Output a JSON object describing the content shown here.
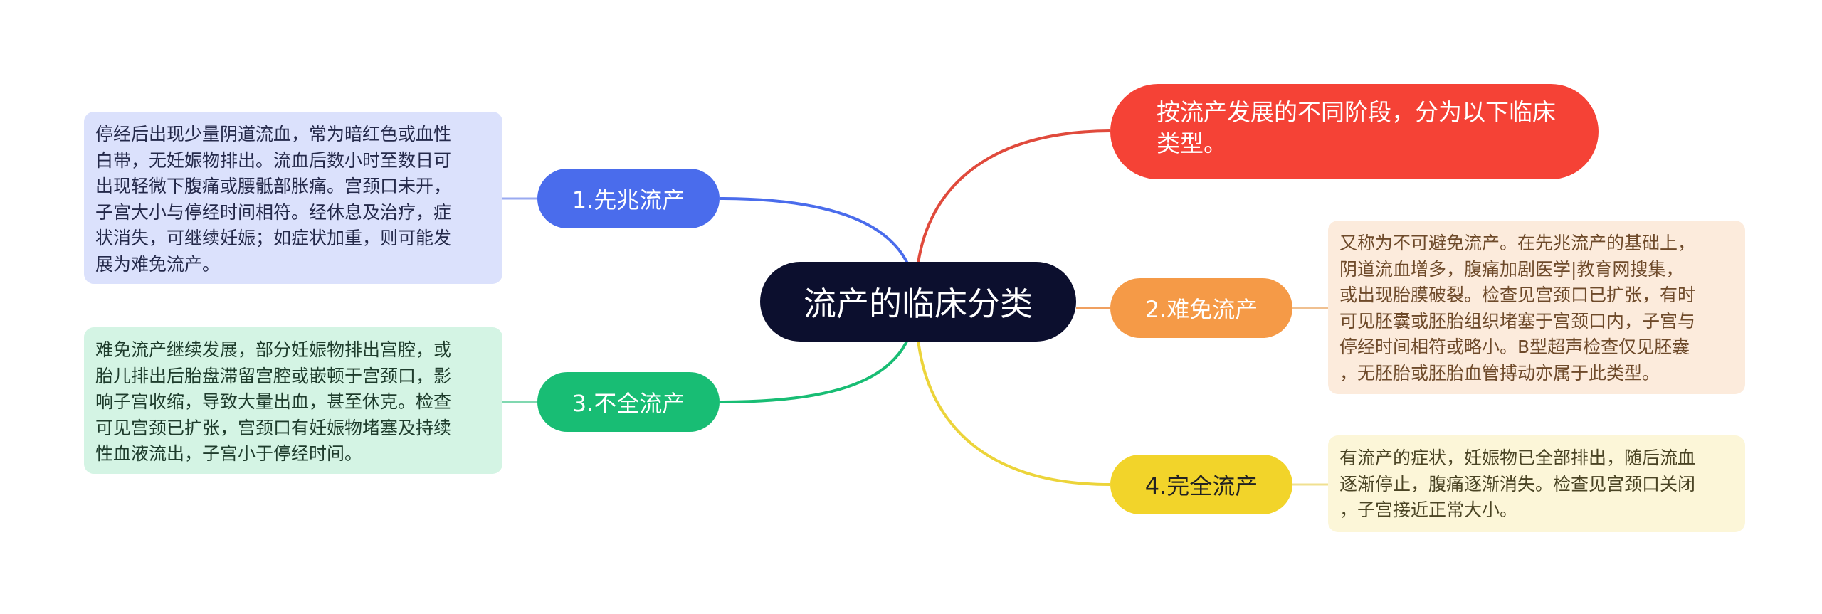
{
  "colors": {
    "central_bg": "#0c0f2e",
    "topic_top": "#f54236",
    "branch_1": "#4a6cec",
    "branch_2": "#f59a47",
    "branch_3": "#18bd74",
    "branch_4": "#f2d42a"
  },
  "central_topic": "流产的临床分类",
  "top_topic": "按流产发展的不同阶段，分为以下临床类型。",
  "branches": [
    {
      "label": "1.先兆流产",
      "detail_lines": [
        "停经后出现少量阴道流血，常为暗红色或血性",
        "白带，无妊娠物排出。流血后数小时至数日可",
        "出现轻微下腹痛或腰骶部胀痛。宫颈口未开，",
        "子宫大小与停经时间相符。经休息及治疗，症",
        "状消失，可继续妊娠；如症状加重，则可能发",
        "展为难免流产。"
      ]
    },
    {
      "label": "2.难免流产",
      "detail_lines": [
        "又称为不可避免流产。在先兆流产的基础上，",
        "阴道流血增多，腹痛加剧医学|教育网搜集，",
        "或出现胎膜破裂。检查见宫颈口已扩张，有时",
        "可见胚囊或胚胎组织堵塞于宫颈口内，子宫与",
        "停经时间相符或略小。B型超声检查仅见胚囊",
        "，无胚胎或胚胎血管搏动亦属于此类型。"
      ]
    },
    {
      "label": "3.不全流产",
      "detail_lines": [
        "难免流产继续发展，部分妊娠物排出宫腔，或",
        "胎儿排出后胎盘滞留宫腔或嵌顿于宫颈口，影",
        "响子宫收缩，导致大量出血，甚至休克。检查",
        "可见宫颈已扩张，宫颈口有妊娠物堵塞及持续",
        "性血液流出，子宫小于停经时间。"
      ]
    },
    {
      "label": "4.完全流产",
      "detail_lines": [
        "有流产的症状，妊娠物已全部排出，随后流血",
        "逐渐停止，腹痛逐渐消失。检查见宫颈口关闭",
        "，子宫接近正常大小。"
      ]
    }
  ]
}
